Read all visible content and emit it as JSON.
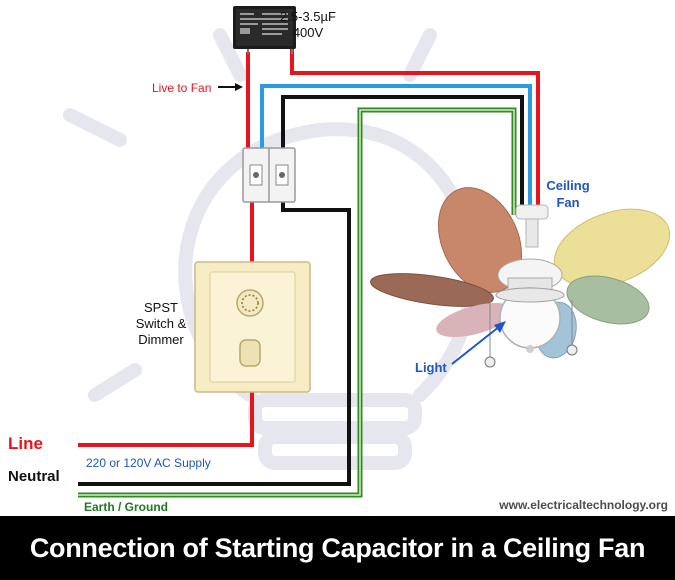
{
  "capacitor": {
    "rating": "2.5-3.5µF",
    "voltage": "400V"
  },
  "labels": {
    "live_to_fan": "Live to Fan",
    "ceiling_fan_line1": "Ceiling",
    "ceiling_fan_line2": "Fan",
    "switch_line1": "SPST",
    "switch_line2": "Switch &",
    "switch_line3": "Dimmer",
    "light": "Light",
    "line": "Line",
    "neutral": "Neutral",
    "supply": "220 or 120V AC Supply",
    "earth": "Earth / Ground",
    "website": "www.electricaltechnology.org"
  },
  "footer": {
    "title": "Connection of Starting Capacitor in a Ceiling Fan"
  },
  "colors": {
    "live": "#e8141b",
    "neutral": "#111111",
    "blue_wire": "#2b9be0",
    "earth": "#2e8b1e",
    "label_blue": "#1f56c4",
    "label_red": "#e8141b",
    "label_green": "#1f7a1f",
    "watermark": "#e8e8ee"
  }
}
